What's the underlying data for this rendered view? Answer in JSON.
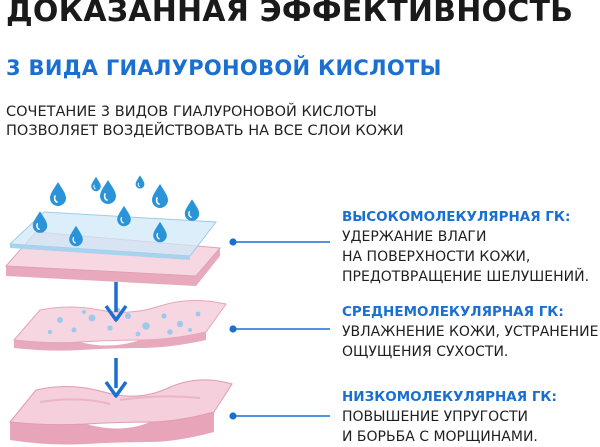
{
  "title": "ДОКАЗАННАЯ ЭФФЕКТИВНОСТЬ",
  "subtitle": "3 ВИДА ГИАЛУРОНОВОЙ КИСЛОТЫ",
  "intro": [
    "СОЧЕТАНИЕ 3 ВИДОВ ГИАЛУРОНОВОЙ КИСЛОТЫ",
    "ПОЗВОЛЯЕТ ВОЗДЕЙСТВОВАТЬ НА ВСЕ СЛОИ КОЖИ"
  ],
  "layers": [
    {
      "heading": "ВЫСОКОМОЛЕКУЛЯРНАЯ ГК:",
      "lines": [
        "УДЕРЖАНИЕ ВЛАГИ",
        "НА ПОВЕРХНОСТИ КОЖИ,",
        "ПРЕДОТВРАЩЕНИЕ ШЕЛУШЕНИЙ."
      ]
    },
    {
      "heading": "СРЕДНЕМОЛЕКУЛЯРНАЯ ГК:",
      "lines": [
        "УВЛАЖНЕНИЕ КОЖИ, УСТРАНЕНИЕ",
        "ОЩУЩЕНИЯ СУХОСТИ."
      ]
    },
    {
      "heading": "НИЗКОМОЛЕКУЛЯРНАЯ ГК:",
      "lines": [
        "ПОВЫШЕНИЕ УПРУГОСТИ",
        "И БОРЬБА С МОРЩИНАМИ."
      ]
    }
  ],
  "colors": {
    "accent": "#1a6fd1",
    "drop": "#2b93d8",
    "skin_top": "#f7d8e2",
    "skin_side": "#e9a9bd",
    "film": "#cfe8f8"
  },
  "icons": [
    "water-drop-icon",
    "down-arrow-icon",
    "skin-layer-icon",
    "connector-dot-icon"
  ]
}
